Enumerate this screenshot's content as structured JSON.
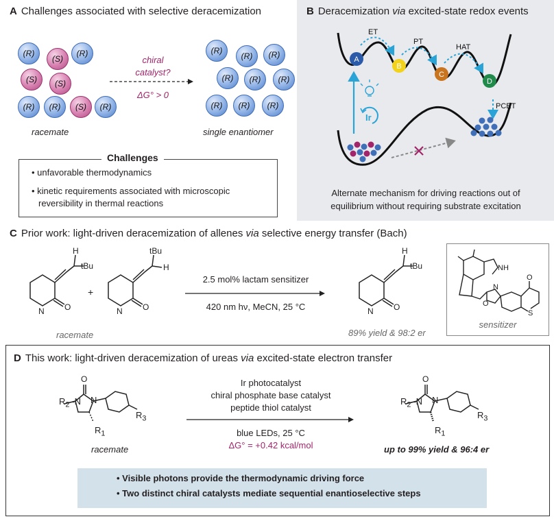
{
  "panelA": {
    "letter": "A",
    "title": "Challenges associated with selective deracemization",
    "racemate_balls": [
      "(R)",
      "(S)",
      "(R)",
      "(S)",
      "(S)",
      "(R)",
      "(R)",
      "(S)",
      "(R)"
    ],
    "product_balls": [
      "(R)",
      "(R)",
      "(R)",
      "(R)",
      "(R)",
      "(R)",
      "(R)",
      "(R)",
      "(R)"
    ],
    "arrow_label_line1": "chiral",
    "arrow_label_line2": "catalyst?",
    "arrow_energy": "ΔG° > 0",
    "racemate_label": "racemate",
    "product_label": "single enantiomer",
    "challenges_title": "Challenges",
    "challenges": [
      "unfavorable thermodynamics",
      "kinetic requirements associated with microscopic",
      "reversibility in thermal reactions"
    ]
  },
  "panelB": {
    "letter": "B",
    "title_pre": "Deracemization ",
    "title_via": "via",
    "title_post": " excited-state redox events",
    "nodes": [
      "A",
      "B",
      "C",
      "D"
    ],
    "node_colors": [
      "#2a5aa8",
      "#f2d21a",
      "#c9741f",
      "#1f8a4a"
    ],
    "steps": [
      "ET",
      "PT",
      "HAT",
      "PCET"
    ],
    "catalyst": "Ir",
    "caption_line1": "Alternate mechanism for driving reactions out of",
    "caption_line2": "equilibrium without requiring substrate excitation"
  },
  "panelC": {
    "letter": "C",
    "title_pre": "Prior work: light-driven deracemization of allenes ",
    "title_via": "via",
    "title_post": " selective energy transfer (Bach)",
    "plus": "+",
    "conditions_line1": "2.5 mol% lactam sensitizer",
    "conditions_line2": "420 nm hν, MeCN, 25 °C",
    "racemate_label": "racemate",
    "result": "89% yield & 98:2 er",
    "sensitizer_label": "sensitizer",
    "atom_H": "H",
    "atom_tBu": "tBu",
    "atom_NH": "N",
    "atom_O": "O",
    "atom_S": "S",
    "atom_NH_group": "NH"
  },
  "panelD": {
    "letter": "D",
    "title_pre": "This work: light-driven deracemization of ureas ",
    "title_via": "via",
    "title_post": " excited-state electron transfer",
    "conditions_line1": "Ir photocatalyst",
    "conditions_line2": "chiral phosphate base catalyst",
    "conditions_line3": "peptide thiol catalyst",
    "conditions_line4": "blue LEDs, 25 °C",
    "energy": "ΔG° = +0.42 kcal/mol",
    "racemate_label": "racemate",
    "result": "up to 99% yield & 96:4 er",
    "bullets": [
      "Visible photons provide the thermodynamic driving force",
      "Two distinct chiral catalysts mediate sequential enantioselective steps"
    ]
  },
  "colors": {
    "magenta": "#a2246a",
    "blue_arrow": "#2aa3d6",
    "panelB_bg": "#e8eaed",
    "banner_bg": "#d3e1ea"
  }
}
